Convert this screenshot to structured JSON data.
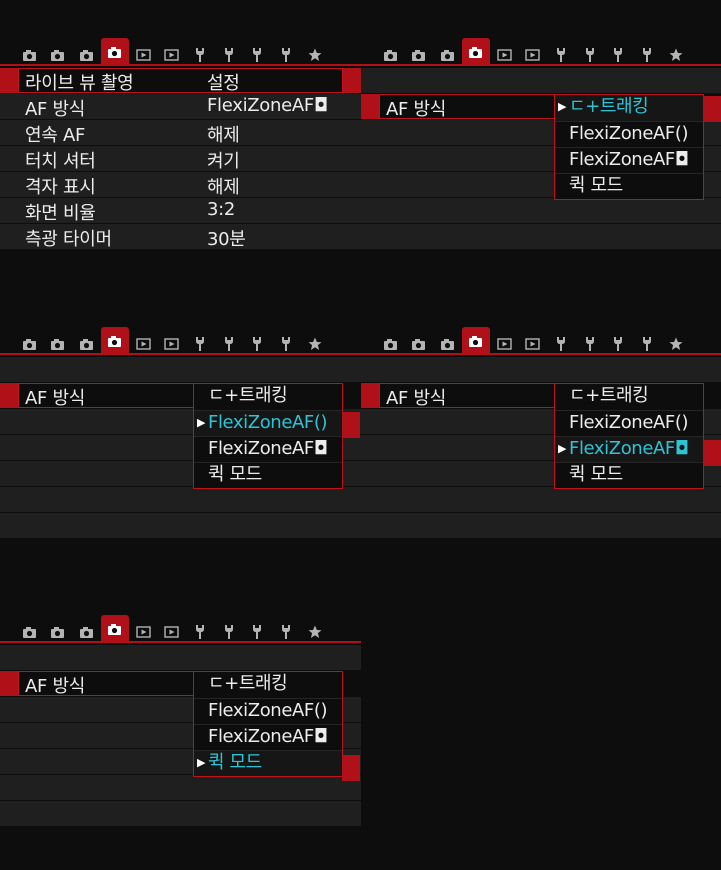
{
  "main_menu": {
    "rows": [
      {
        "label": "라이브 뷰 촬영",
        "value": "설정"
      },
      {
        "label": "AF 방식",
        "value": "FlexiZoneAF◘"
      },
      {
        "label": "연속 AF",
        "value": "해제"
      },
      {
        "label": "터치 셔터",
        "value": "켜기"
      },
      {
        "label": "격자 표시",
        "value": "해제"
      },
      {
        "label": "화면 비율",
        "value": "3:2"
      },
      {
        "label": "측광 타이머",
        "value": "30분"
      }
    ]
  },
  "af_menu": {
    "label": "AF 방식",
    "options": [
      "ㄷ+트래킹",
      "FlexiZoneAF()",
      "FlexiZoneAF◘",
      "퀵 모드"
    ]
  },
  "ui": {
    "accent_color": "#b01018",
    "selected_option_color": "#2ec4d6",
    "tab_icons": [
      "camera-1-icon",
      "camera-2-icon",
      "camera-3-icon",
      "camera-live-view-icon",
      "playback-1-icon",
      "playback-2-icon",
      "setup-1-icon",
      "setup-2-icon",
      "setup-3-icon",
      "setup-4-icon",
      "my-menu-star-icon"
    ],
    "active_tab_index": 3
  }
}
